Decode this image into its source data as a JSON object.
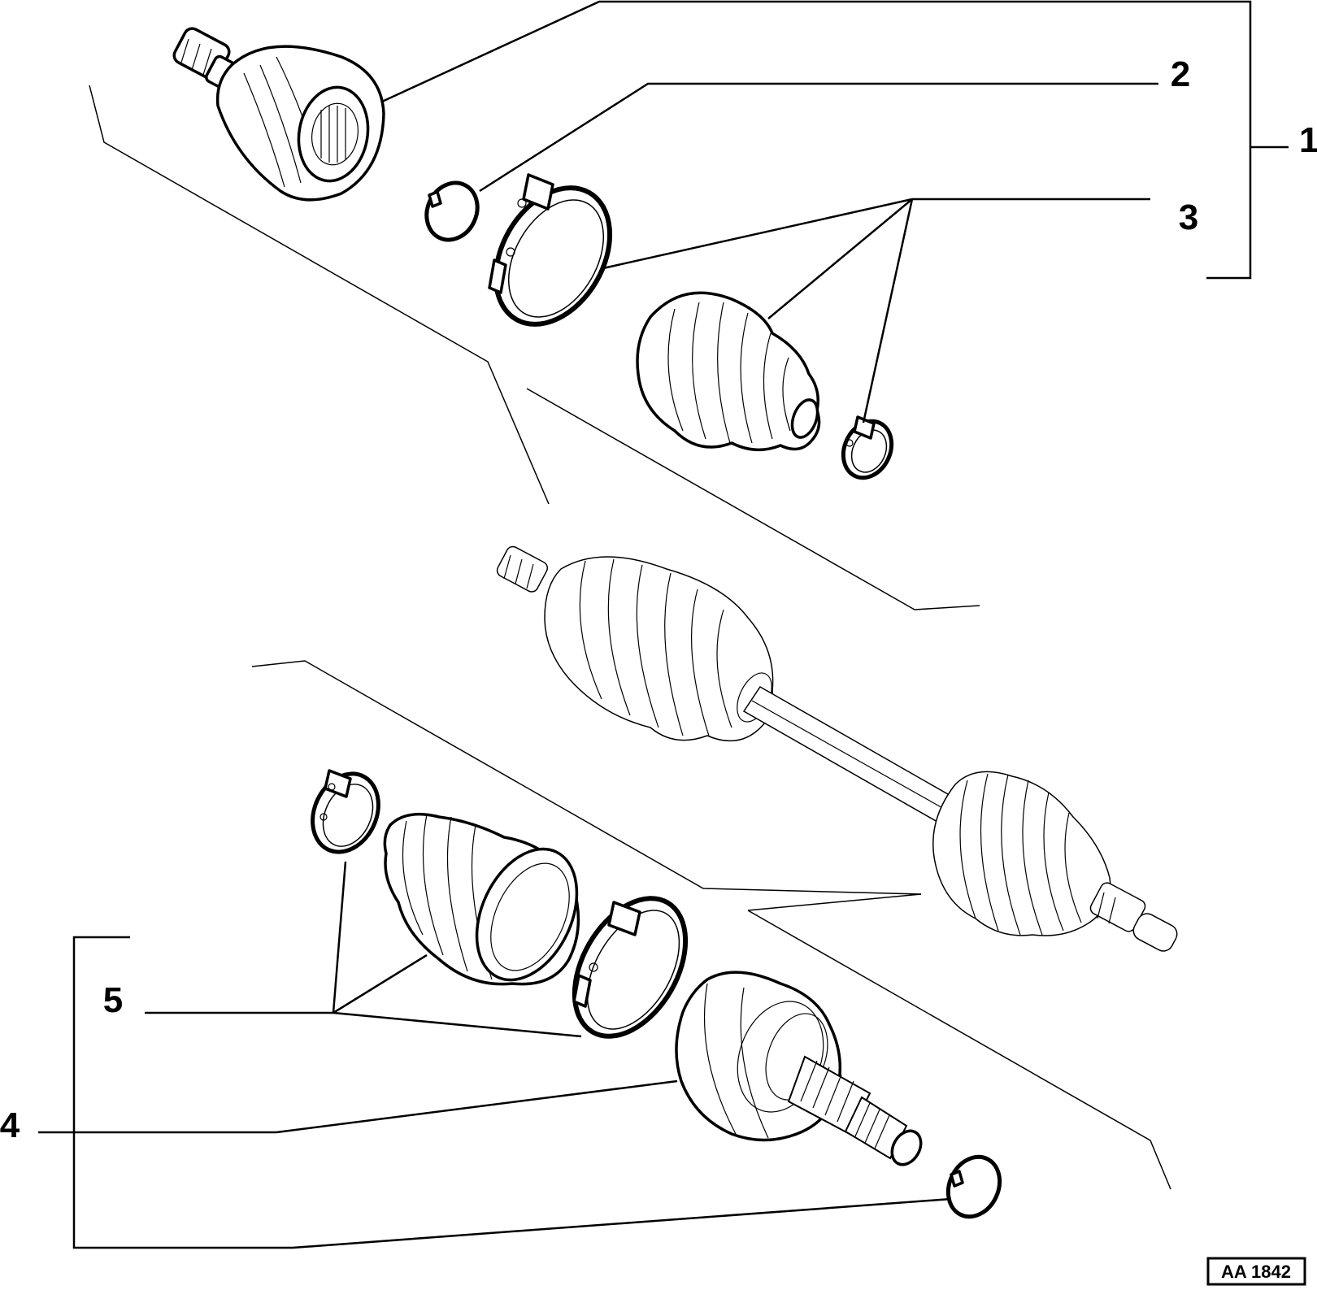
{
  "diagram": {
    "reference_code": "AA 1842",
    "callouts": [
      {
        "id": "1",
        "label": "1"
      },
      {
        "id": "2",
        "label": "2"
      },
      {
        "id": "3",
        "label": "3"
      },
      {
        "id": "4",
        "label": "4"
      },
      {
        "id": "5",
        "label": "5"
      }
    ],
    "components": [
      "inner-cv-joint-housing",
      "inner-circlip",
      "inner-large-boot-clamp",
      "inner-boot",
      "inner-small-boot-clamp",
      "drive-shaft-assembly",
      "outer-small-boot-clamp",
      "outer-boot",
      "outer-large-boot-clamp",
      "outer-cv-joint",
      "outer-circlip"
    ]
  }
}
